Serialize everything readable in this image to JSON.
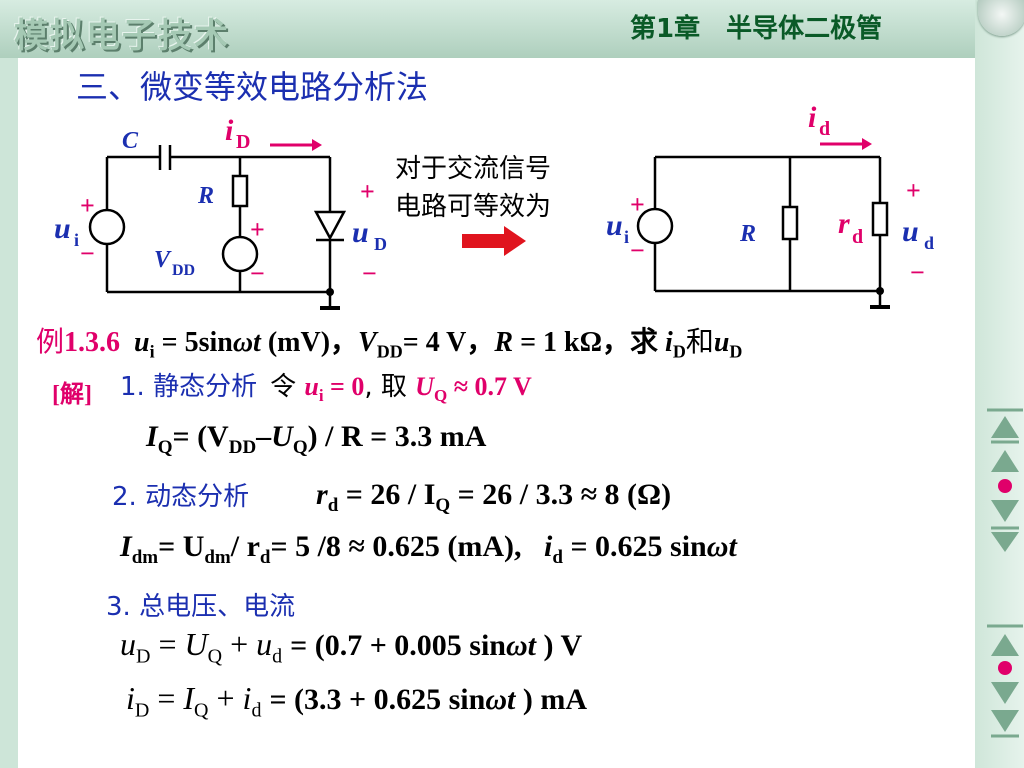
{
  "header": {
    "logo_text": "模拟电子技术",
    "chapter": "第1章　半导体二极管"
  },
  "section_title": "三、微变等效电路分析法",
  "circuit_left": {
    "label_c": "C",
    "label_r": "R",
    "label_vdd": "V",
    "label_vdd_sub": "DD",
    "label_ui": "u",
    "label_ui_sub": "i",
    "label_id": "i",
    "label_id_sub": "D",
    "label_ud": "u",
    "label_ud_sub": "D",
    "plus": "+",
    "minus": "−"
  },
  "equivalence_note": [
    "对于交流信号",
    "电路可等效为"
  ],
  "circuit_right": {
    "label_ui": "u",
    "label_ui_sub": "i",
    "label_r": "R",
    "label_rd": "r",
    "label_rd_sub": "d",
    "label_id": "i",
    "label_id_sub": "d",
    "label_ud": "u",
    "label_ud_sub": "d"
  },
  "example": {
    "prefix": "例",
    "number": "1.3.6",
    "ui_text": " = 5sin",
    "wt": "ωt",
    "unit": " (mV)，",
    "vdd_text": "= 4 V，",
    "r_text": " = 1 kΩ，求 ",
    "and": "和"
  },
  "solution": {
    "tag": "[解]",
    "step1_label": "1. 静态分析",
    "step1_cond": "令 ",
    "step1_ui0": " = 0",
    "step1_take": ", 取 ",
    "step1_uq": " ≈ 0.7 V",
    "iq_formula": "= (V",
    "iq_tail": ") / R = 3.3 mA",
    "step2_label": "2. 动态分析",
    "rd_formula": " = 26 / I",
    "rd_tail": " = 26 / 3.3 ≈ 8 (Ω)",
    "idm_a": "= U",
    "idm_b": "/ r",
    "idm_c": "= 5 /8  ≈ 0.625 (mA),",
    "id_small": " = 0.625 sin",
    "step3_label": "3. 总电压、电流",
    "ud_total": "= (0.7 + 0.005 sin",
    "ud_unit": " ) V",
    "id_total": "= (3.3 + 0.625  sin",
    "id_unit": " ) mA"
  }
}
